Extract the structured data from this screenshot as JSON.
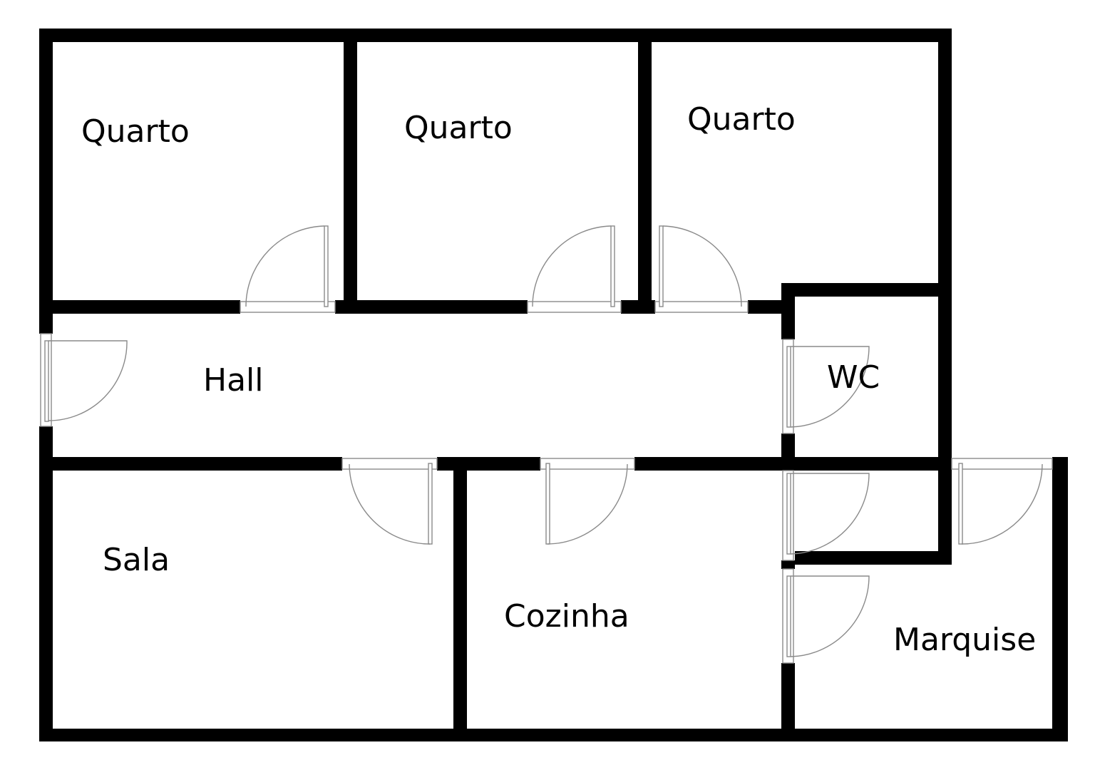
{
  "colors": {
    "wall": "#000000",
    "door": "#8a8a8a",
    "background": "#ffffff"
  },
  "rooms": {
    "quarto_1": "Quarto",
    "quarto_2": "Quarto",
    "quarto_3": "Quarto",
    "hall": "Hall",
    "wc": "WC",
    "sala": "Sala",
    "cozinha": "Cozinha",
    "marquise": "Marquise"
  }
}
